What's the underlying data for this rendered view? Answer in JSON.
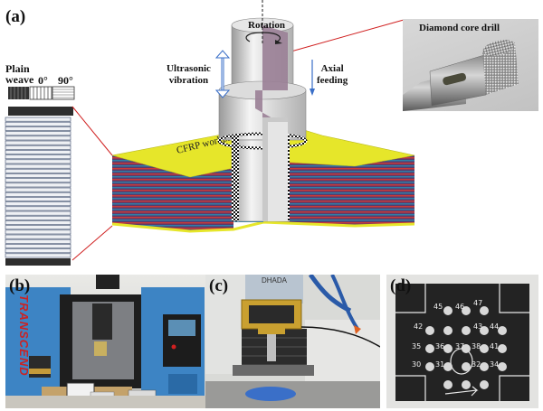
{
  "figure": {
    "panel_a": {
      "label": "(a)",
      "layer_legend": {
        "plain_weave": [
          "Plain",
          "weave"
        ],
        "deg0": "0°",
        "deg90": "90°"
      },
      "rotation_label": "Rotation",
      "ultrasonic_label": [
        "Ultrasonic",
        "vibration"
      ],
      "axial_label": [
        "Axial",
        "feeding"
      ],
      "workpiece_label": "CFRP workpiece",
      "inset_label": "Diamond core drill"
    },
    "panel_b": {
      "label": "(b)",
      "machine_brand": "TRANSCEND"
    },
    "panel_c": {
      "label": "(c)",
      "spindle_text": "DHADA"
    },
    "panel_d": {
      "label": "(d)",
      "hole_numbers": [
        "45",
        "46",
        "47",
        "42",
        "43",
        "44",
        "35",
        "36",
        "37",
        "38",
        "41",
        "30",
        "31",
        "32",
        "34"
      ]
    },
    "colors": {
      "workpiece_top": "#e6e62a",
      "ply_red": "#c83a3a",
      "ply_blue": "#2f7fa8",
      "ply_purple": "#5a3a6a",
      "tool_grey": "#c8c8c8",
      "tool_section": "#9a7f96",
      "leader_line": "#d02020",
      "arrow_blue": "#3a6fc8",
      "machine_blue": "#3d84c4"
    }
  }
}
